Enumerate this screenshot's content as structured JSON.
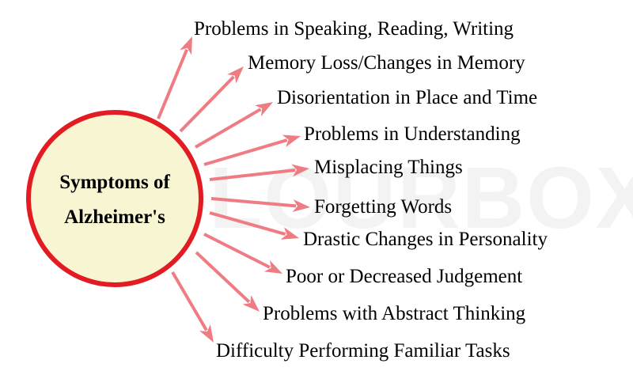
{
  "title_lines": [
    "Symptoms of",
    "Alzheimer's"
  ],
  "watermark": "COLOURBOX",
  "symptoms": [
    "Problems in Speaking, Reading, Writing",
    "Memory Loss/Changes in Memory",
    "Disorientation in Place and Time",
    "Problems in Understanding",
    "Misplacing Things",
    "Forgetting Words",
    "Drastic Changes in Personality",
    "Poor or Decreased Judgement",
    "Problems with Abstract Thinking",
    "Difficulty Performing Familiar Tasks"
  ],
  "colors": {
    "circle_fill": "#f7f5d2",
    "circle_stroke": "#e31b23",
    "arrow": "#ef7c82"
  }
}
